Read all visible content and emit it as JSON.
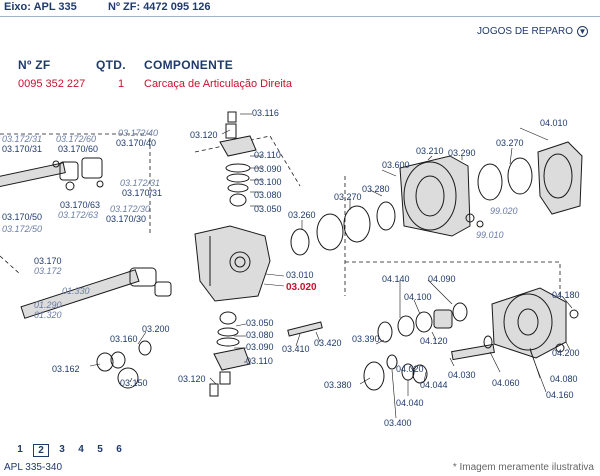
{
  "header": {
    "eixo_label": "Eixo:",
    "eixo_value": "APL 335",
    "nzf_label": "Nº ZF:",
    "nzf_value": "4472 095 126"
  },
  "repair_link": "JOGOS DE REPARO",
  "table": {
    "col_nzf": "Nº ZF",
    "col_qtd": "QTD.",
    "col_componente": "COMPONENTE",
    "row": {
      "nzf": "0095 352 227",
      "qtd": "1",
      "componente": "Carcaça de Articulação Direita"
    }
  },
  "labels": {
    "l03116": "03.116",
    "l03120a": "03.120",
    "l03110a": "03.110",
    "l03090a": "03.090",
    "l03100": "03.100",
    "l03080a": "03.080",
    "l03050a": "03.050",
    "l03600": "03.600",
    "l03210": "03.210",
    "l03290": "03.290",
    "l03270a": "03.270",
    "l04010": "04.010",
    "l03280": "03.280",
    "l03270b": "03.270",
    "l03260": "03.260",
    "l99020": "99.020",
    "l99010": "99.010",
    "l03172_31a": "03.172/31",
    "l03172_60": "03.172/60",
    "l03172_40": "03.172/40",
    "l03170_31a": "03.170/31",
    "l03170_60": "03.170/60",
    "l03170_40": "03.170/40",
    "l03172_31b": "03.172/31",
    "l03170_31b": "03.170/31",
    "l03170_63": "03.170/63",
    "l03172_30": "03.172/30",
    "l03170_50": "03.170/50",
    "l03172_63": "03.172/63",
    "l03170_30": "03.170/30",
    "l03172_50": "03.172/50",
    "l03170": "03.170",
    "l03172": "03.172",
    "l01330": "01.330",
    "l01290": "01.290",
    "l01320": "01.320",
    "l03010": "03.010",
    "l03020": "03.020",
    "l04140": "04.140",
    "l04090": "04.090",
    "l04100": "04.100",
    "l04180": "04.180",
    "l03200": "03.200",
    "l03160": "03.160",
    "l03050b": "03.050",
    "l03080b": "03.080",
    "l03090b": "03.090",
    "l03110b": "03.110",
    "l03410": "03.410",
    "l03420": "03.420",
    "l03390": "03.390",
    "l04120": "04.120",
    "l04200": "04.200",
    "l03162": "03.162",
    "l03150": "03.150",
    "l03120b": "03.120",
    "l03380": "03.380",
    "l04020": "04.020",
    "l04044": "04.044",
    "l04030": "04.030",
    "l04060": "04.060",
    "l04080": "04.080",
    "l04040": "04.040",
    "l04160": "04.160",
    "l03400": "03.400"
  },
  "pager": {
    "p1": "1",
    "p2": "2",
    "p3": "3",
    "p4": "4",
    "p5": "5",
    "p6": "6"
  },
  "footer": {
    "left": "APL 335-340",
    "right": "* Imagem meramente ilustrativa"
  }
}
